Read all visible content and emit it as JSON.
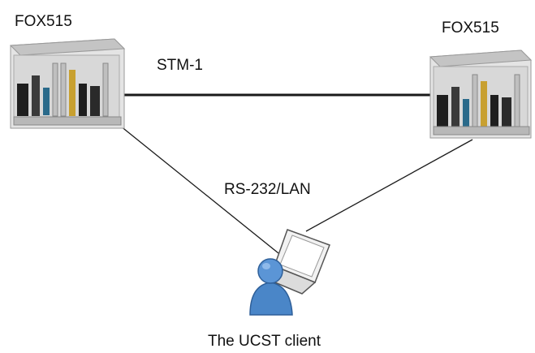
{
  "nodes": {
    "left_device": {
      "label": "FOX515",
      "icon": "rack-chassis-icon"
    },
    "right_device": {
      "label": "FOX515",
      "icon": "rack-chassis-icon"
    },
    "client": {
      "label": "The UCST client",
      "icon": "user-laptop-icon"
    }
  },
  "links": {
    "backbone": {
      "label": "STM-1"
    },
    "management": {
      "label": "RS-232/LAN"
    }
  },
  "colors": {
    "line": "#1a1a1a",
    "rack_body": "#d8d8d8",
    "card_dark": "#1e1e1e",
    "card_accent": "#c8a030",
    "user_blue": "#4a86c8"
  }
}
